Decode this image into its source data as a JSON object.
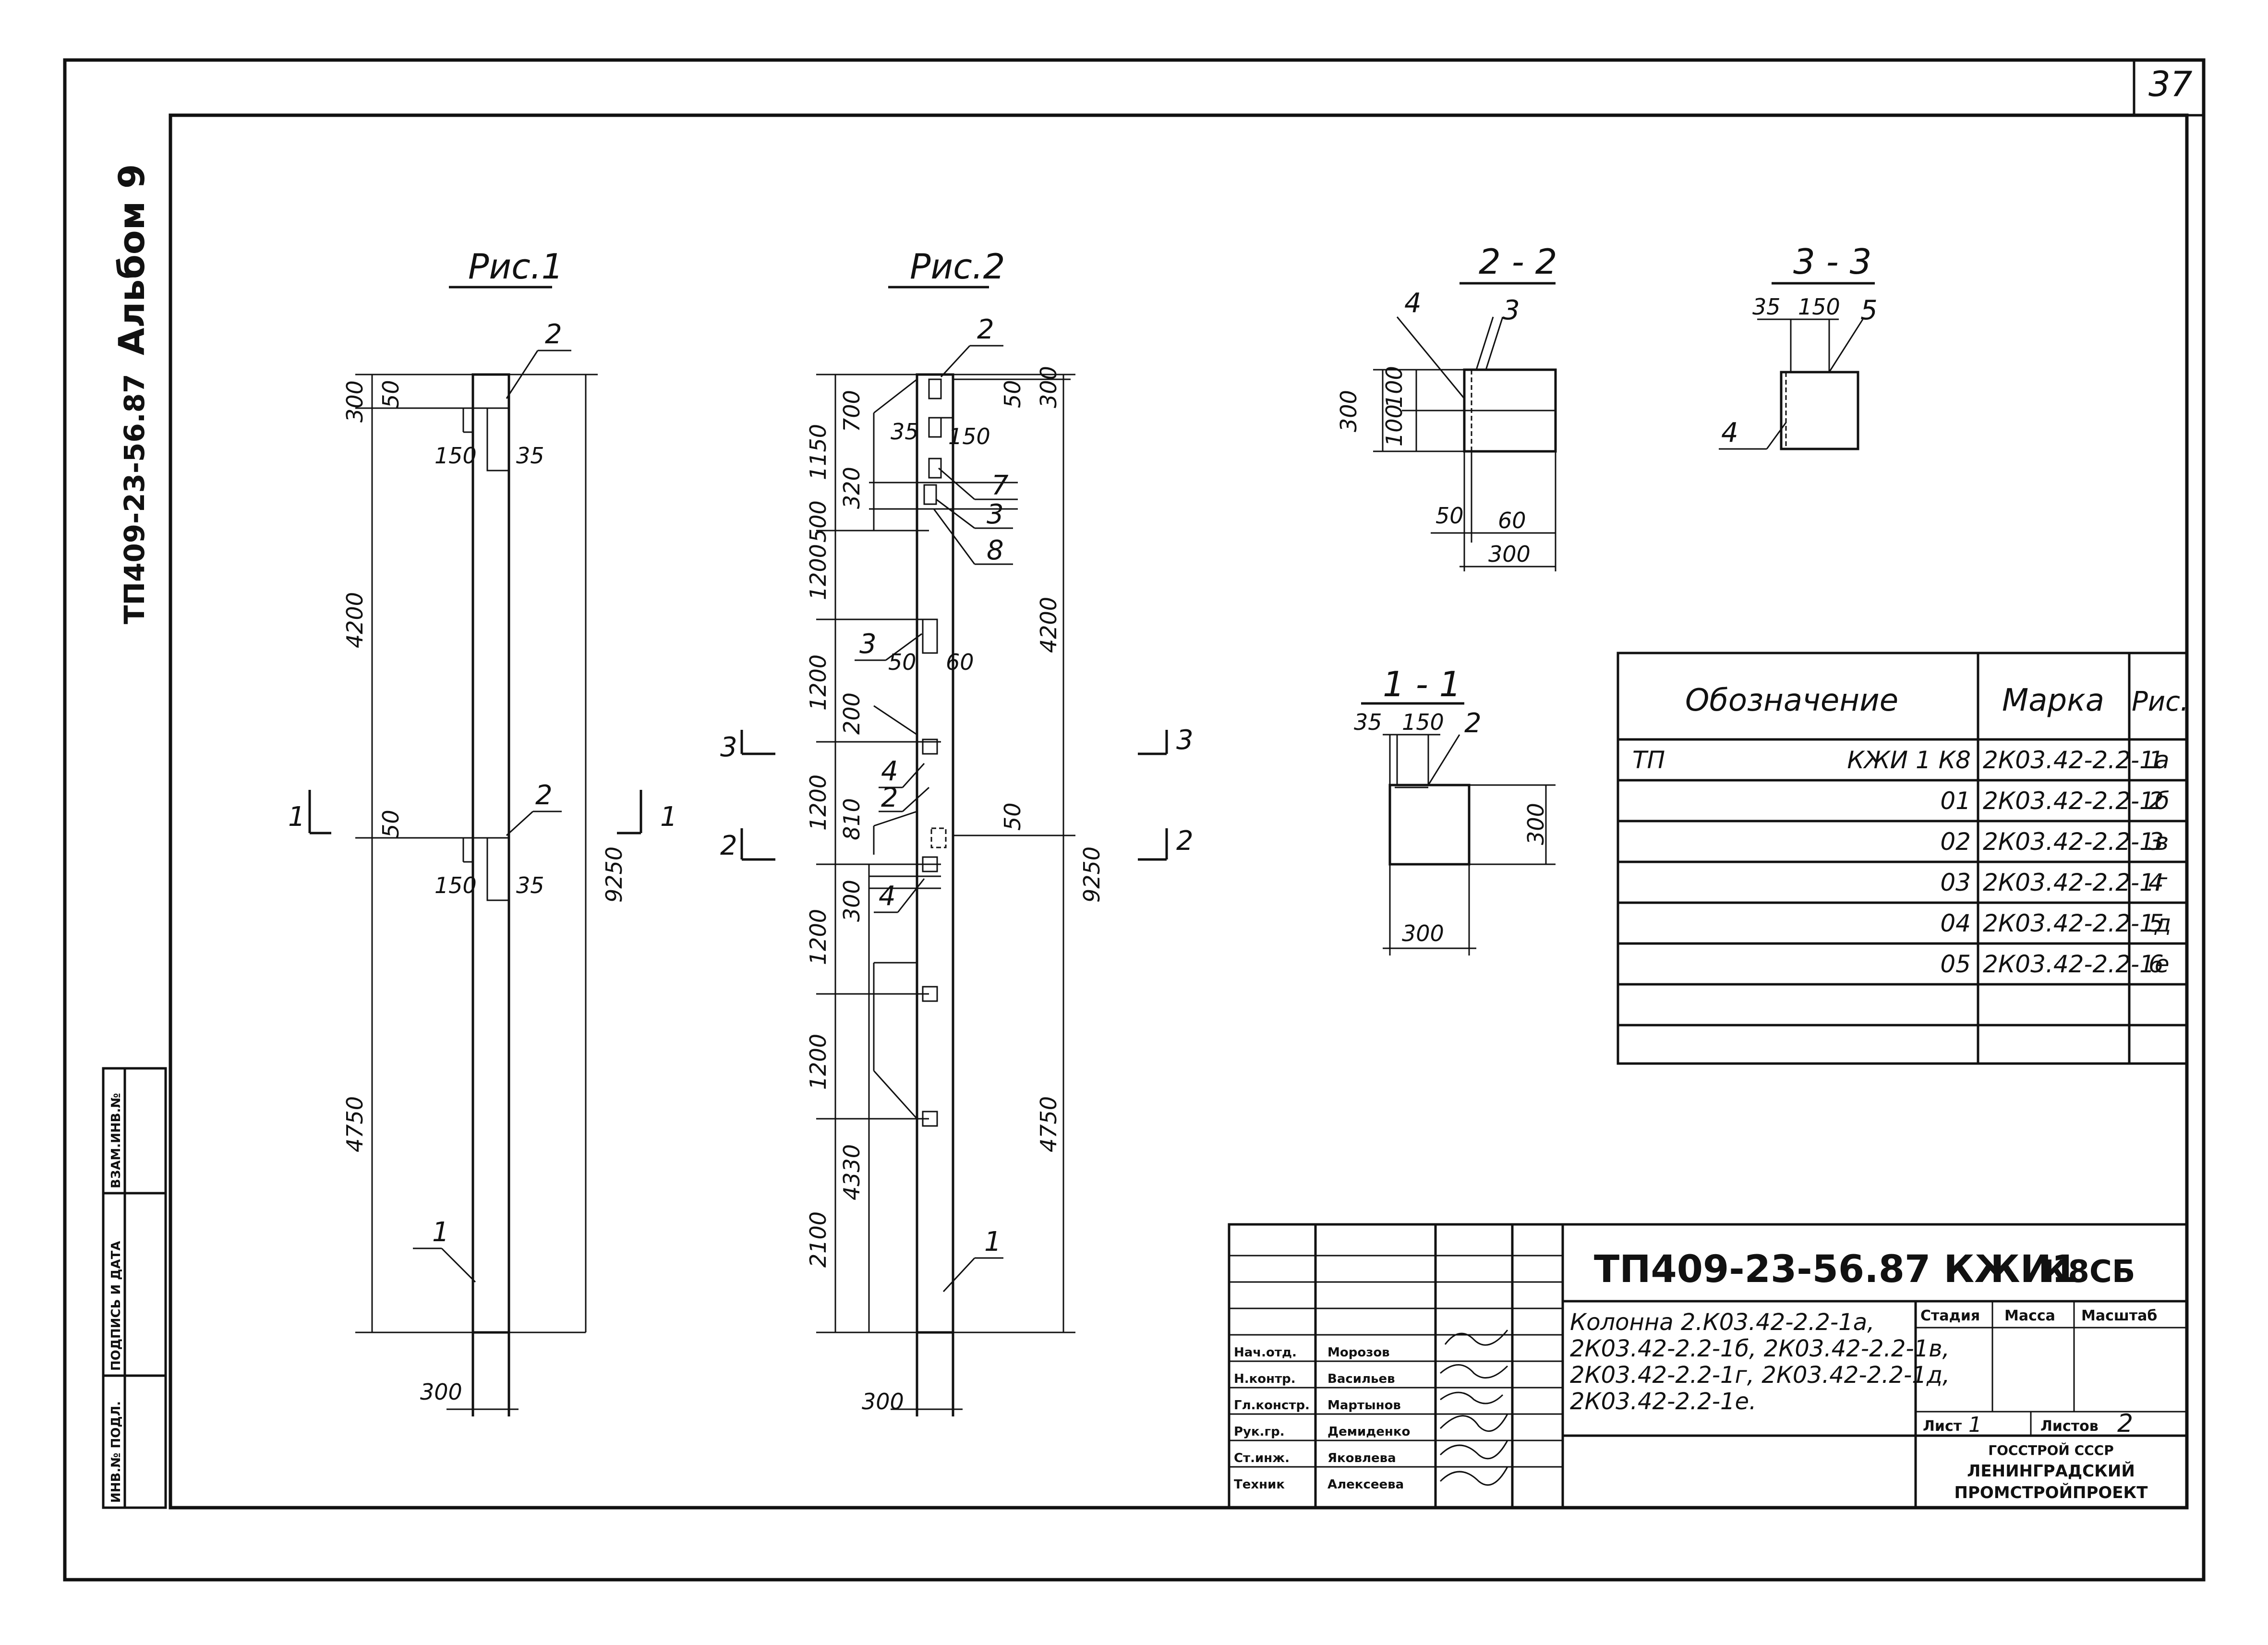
{
  "sheet": {
    "page_number": "37",
    "album_code": "ТП409-23-56.87",
    "album_label": "Альбом 9",
    "side_labels": [
      "ИНВ.№ ПОДЛ.",
      "ПОДПИСЬ И ДАТА",
      "ВЗАМ.ИНВ.№"
    ]
  },
  "fig1": {
    "title": "Рис.1",
    "dims": {
      "d300_top": "300",
      "d50_top": "50",
      "d150_top": "150",
      "d35_top": "35",
      "d4200": "4200",
      "d50_mid": "50",
      "d150_mid": "150",
      "d35_mid": "35",
      "d9250": "9250",
      "d4750": "4750",
      "d300_bottom": "300"
    },
    "callouts": {
      "c2_top": "2",
      "c2_mid": "2",
      "c1": "1"
    }
  },
  "fig2": {
    "title": "Рис.2",
    "dims": {
      "d1150": "1150",
      "d700": "700",
      "d320": "320",
      "d500": "500",
      "d35": "35",
      "d150": "150",
      "d50_top": "50",
      "d300_top": "300",
      "d1200a": "1200",
      "d1200b": "1200",
      "d200": "200",
      "d1200c": "1200",
      "d810": "810",
      "d300_mid": "300",
      "d1200d": "1200",
      "d1200e": "1200",
      "d2100": "2100",
      "d4330": "4330",
      "d50_6": "50",
      "d60": "60",
      "d50_mid": "50",
      "d4200": "4200",
      "d9250": "9250",
      "d4750": "4750",
      "d300_bottom": "300"
    },
    "callouts": {
      "c2": "2",
      "c7": "7",
      "c3a": "3",
      "c8": "8",
      "c3b": "3",
      "c4a": "4",
      "c2b": "2",
      "c4b": "4",
      "c1": "1"
    }
  },
  "sections": {
    "s1_mark_left": "1",
    "s1_mark_right": "1",
    "s2_mark_left": "2",
    "s2_mark_right": "2",
    "s3_mark_left": "3",
    "s3_mark_right": "3",
    "sec22": {
      "title": "2 - 2",
      "c4": "4",
      "c3": "3",
      "d300": "300",
      "d100a": "100",
      "d100b": "100",
      "d50": "50",
      "d60": "60",
      "d300w": "300"
    },
    "sec33": {
      "title": "3 - 3",
      "d35": "35",
      "d150": "150",
      "c5": "5",
      "c4": "4"
    },
    "sec11": {
      "title": "1 - 1",
      "d35": "35",
      "d150": "150",
      "c2": "2",
      "d300h": "300",
      "d300w": "300"
    }
  },
  "spec_table": {
    "headers": [
      "Обозначение",
      "Марка",
      "Рис."
    ],
    "rows": [
      {
        "prefix": "ТП",
        "code": "КЖИ 1 К8",
        "mark": "2К03.42-2.2-1а",
        "fig": "1"
      },
      {
        "prefix": "",
        "code": "01",
        "mark": "2К03.42-2.2-1б",
        "fig": "2"
      },
      {
        "prefix": "",
        "code": "02",
        "mark": "2К03.42-2.2-1в",
        "fig": "3"
      },
      {
        "prefix": "",
        "code": "03",
        "mark": "2К03.42-2.2-1г",
        "fig": "4"
      },
      {
        "prefix": "",
        "code": "04",
        "mark": "2К03.42-2.2-1д",
        "fig": "5"
      },
      {
        "prefix": "",
        "code": "05",
        "mark": "2К03.42-2.2-1е",
        "fig": "6"
      },
      {
        "prefix": "",
        "code": "",
        "mark": "",
        "fig": ""
      },
      {
        "prefix": "",
        "code": "",
        "mark": "",
        "fig": ""
      }
    ]
  },
  "title_block": {
    "doc_code": "ТП409-23-56.87 КЖИ1",
    "doc_suffix": "К8СБ",
    "description_lines": [
      "Колонна 2.К03.42-2.2-1а,",
      "2К03.42-2.2-1б, 2К03.42-2.2-1в,",
      "2К03.42-2.2-1г, 2К03.42-2.2-1д,",
      "2К03.42-2.2-1е."
    ],
    "roles": [
      {
        "role": "Нач.отд.",
        "name": "Морозов"
      },
      {
        "role": "Н.контр.",
        "name": "Васильев"
      },
      {
        "role": "Гл.констр.",
        "name": "Мартынов"
      },
      {
        "role": "Рук.гр.",
        "name": "Демиденко"
      },
      {
        "role": "Ст.инж.",
        "name": "Яковлева"
      },
      {
        "role": "Техник",
        "name": "Алексеева"
      }
    ],
    "stage_label": "Стадия",
    "mass_label": "Масса",
    "scale_label": "Масштаб",
    "sheet_label": "Лист",
    "sheet_value": "1",
    "sheets_label": "Листов",
    "sheets_value": "2",
    "org_lines": [
      "ГОССТРОЙ СССР",
      "ЛЕНИНГРАДСКИЙ",
      "ПРОМСТРОЙПРОЕКТ"
    ]
  }
}
